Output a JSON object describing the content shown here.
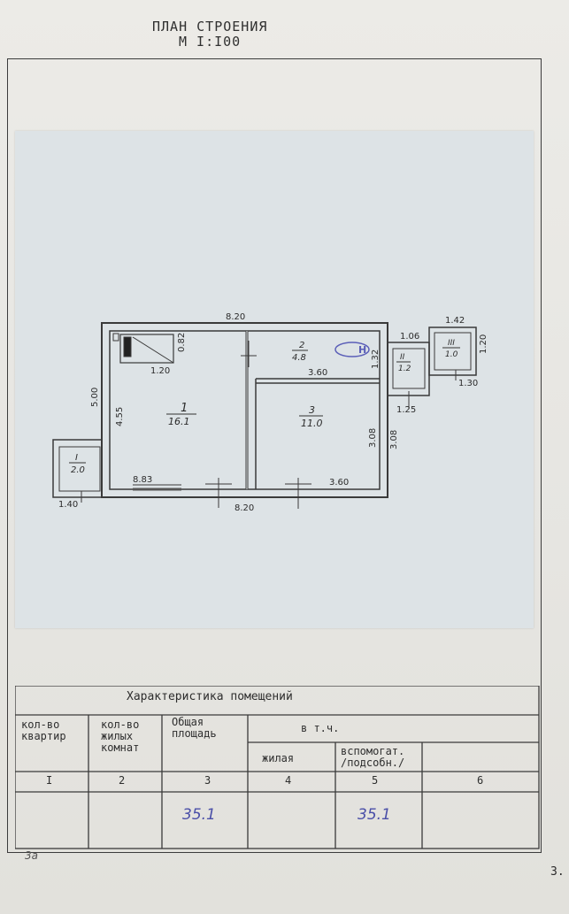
{
  "header": {
    "title_line1": "ПЛАН  СТРОЕНИЯ",
    "title_line2": "М  I:I00"
  },
  "plan": {
    "dims": {
      "top_total": "8.20",
      "bottom_total": "8.20",
      "left_height": "5.00",
      "room1_height": "4.55",
      "room1_bottom": "8.83",
      "stove_w": "1.20",
      "stove_h": "0.82",
      "room2_w": "3.60",
      "room2_h": "1.32",
      "room3_w": "3.60",
      "room3_h": "3.08",
      "east_h": "3.08",
      "ext_i_w": "1.40",
      "ext_ii_w": "1.06",
      "ext_ii_h": "1.25",
      "ext_iii_w": "1.42",
      "ext_iii_h": "1.20",
      "ext_iii_b": "1.30"
    },
    "rooms": [
      {
        "num": "1",
        "area": "16.1"
      },
      {
        "num": "2",
        "area": "4.8"
      },
      {
        "num": "3",
        "area": "11.0"
      },
      {
        "num": "I",
        "area": "2.0"
      },
      {
        "num": "II",
        "area": "1.2"
      },
      {
        "num": "III",
        "area": "1.0"
      }
    ],
    "marker": "H"
  },
  "table": {
    "title": "Характеристика  помещений",
    "headers": {
      "c1": [
        "кол-во",
        "квартир"
      ],
      "c2": [
        "кол-во",
        "жилых",
        "комнат"
      ],
      "c3": [
        "Общая",
        "площадь"
      ],
      "vtch": "в  т.ч.",
      "c4": "жилая",
      "c5": [
        "вспомогат.",
        "/подсобн./"
      ]
    },
    "numbers": [
      "I",
      "2",
      "3",
      "4",
      "5",
      "6"
    ],
    "values": {
      "total_area": "35.1",
      "aux_area": "35.1"
    }
  },
  "footer": {
    "page": "3.",
    "mark": "3а"
  }
}
